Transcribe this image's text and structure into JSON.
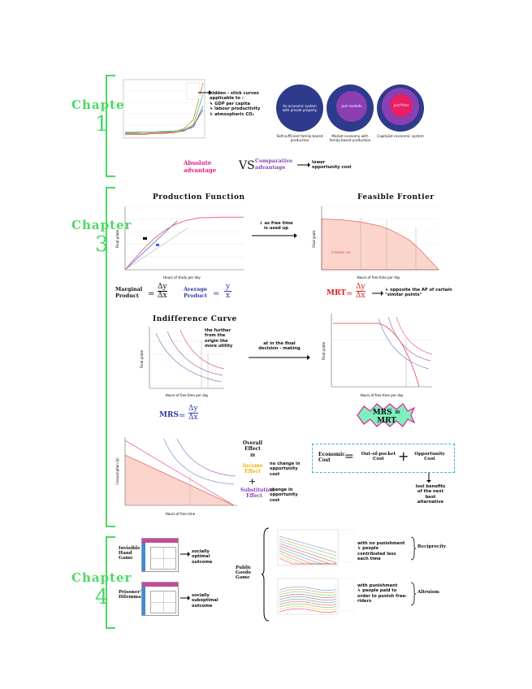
{
  "chapters": [
    {
      "word": "Chapter",
      "num": "1"
    },
    {
      "word": "Chapter",
      "num": "3"
    },
    {
      "word": "Chapter",
      "num": "4"
    }
  ],
  "ch1": {
    "hockey_note": [
      "hidden - stick curves",
      "applicable to :",
      "↳ GDP per capita",
      "↳ labour productivity",
      "↳ atmospheric CO₂"
    ],
    "circles": [
      {
        "inner": "An economic system with private property",
        "caption": "Self-sufficient family-based production"
      },
      {
        "inner": "Just markets",
        "caption": "Market economy with family-based production"
      },
      {
        "inner": "Just firms",
        "caption": "Capitalist economic system"
      }
    ],
    "absolute": "Absolute advantage",
    "vs": "VS",
    "comparative": "Comparative advantage",
    "comparative_note": "lower opportunity cost",
    "colors": {
      "dark_blue": "#2e3a8c",
      "purple": "#8a3fb3",
      "pink": "#e91e63",
      "magenta": "#e91e8c",
      "green": "#4cd964"
    }
  },
  "ch3": {
    "pf_title": "Production Function",
    "ff_title": "Feasible Frontier",
    "pf_xlabel": "Hours of study per day",
    "pf_ylabel": "Final grade",
    "ff_xlabel": "Hours of free time per day",
    "ff_ylabel": "Final goals",
    "ff_area_label": "Feasible set",
    "pf_ff_arrow_note": "↓ as free time is used up",
    "mp_label": "Marginal Product",
    "ap_label": "Average Product",
    "mp_frac": [
      "Δy",
      "Δx"
    ],
    "ap_frac": [
      "y",
      "x"
    ],
    "mrt_label": "MRT",
    "mrt_frac": [
      "Δy",
      "Δx"
    ],
    "mrt_note": "↳ opposite the AP of certain \"similar points\"",
    "ic_title": "Indifference Curve",
    "ic_note": "the further from the origin the more utility",
    "ic_arrow_note": "at in the final decision - making",
    "ic_xlabel": "Hours of free time per day",
    "ic_ylabel": "Final grade",
    "mrs_label": "MRS",
    "mrs_frac": [
      "Δy",
      "Δx"
    ],
    "mrs_mrt": "MRS = MRT",
    "budget_xlabel": "Hours of free time",
    "budget_ylabel": "Consumption ($)",
    "overall_effect": [
      "Overall Effect",
      "="
    ],
    "income_effect": "Income Effect",
    "income_note": "no change in opportunity cost",
    "plus": "+",
    "substitution_effect": "Substitution Effect",
    "substitution_note": "change in opportunity cost",
    "economic_cost": "Economic Cost",
    "equals": "=",
    "out_of_pocket": "Out-of-pocket Cost",
    "opportunity_cost": "Opportunity Cost",
    "opp_note": "lost benefits of the next best alternative"
  },
  "ch4": {
    "game1": "Invisible Hand Game",
    "game1_note": "socially optimal outcome",
    "game2": "Prisoner's Dilemma",
    "game2_note": "socially suboptimal outcome",
    "public_goods": "Public Goods Game",
    "top_note": [
      "with no punishment",
      "↳ people contributed less each time"
    ],
    "top_label": "Reciprocity",
    "bot_note": [
      "with punishment",
      "↳ people paid to",
      "order to punish free-riders"
    ],
    "bot_label": "Altruism"
  },
  "chart_data": [
    {
      "type": "line",
      "name": "pf",
      "x": [
        0,
        2,
        4,
        6,
        8,
        10,
        12,
        15,
        20,
        24
      ],
      "y": [
        0,
        18,
        35,
        50,
        62,
        71,
        77,
        82,
        83,
        83
      ],
      "ylim": [
        0,
        100
      ],
      "xlim": [
        0,
        24
      ]
    },
    {
      "type": "area",
      "name": "ff",
      "x": [
        0,
        4,
        8,
        12,
        14,
        16,
        18,
        20,
        22,
        24
      ],
      "y": [
        72,
        71,
        68,
        62,
        57,
        50,
        42,
        30,
        15,
        0
      ],
      "ylim": [
        0,
        90
      ],
      "xlim": [
        0,
        24
      ]
    },
    {
      "type": "line",
      "name": "hockey",
      "series": [
        {
          "color": "#3f8ad8",
          "values": [
            5,
            5,
            6,
            6,
            6,
            7,
            8,
            12,
            40
          ]
        },
        {
          "color": "#e67e22",
          "values": [
            4,
            4,
            4,
            5,
            5,
            6,
            10,
            22,
            70
          ]
        },
        {
          "color": "#2ecc71",
          "values": [
            6,
            6,
            6,
            6,
            7,
            7,
            9,
            15,
            55
          ]
        },
        {
          "color": "#c0392b",
          "values": [
            3,
            3,
            3,
            4,
            4,
            5,
            7,
            14,
            35
          ]
        }
      ]
    }
  ]
}
